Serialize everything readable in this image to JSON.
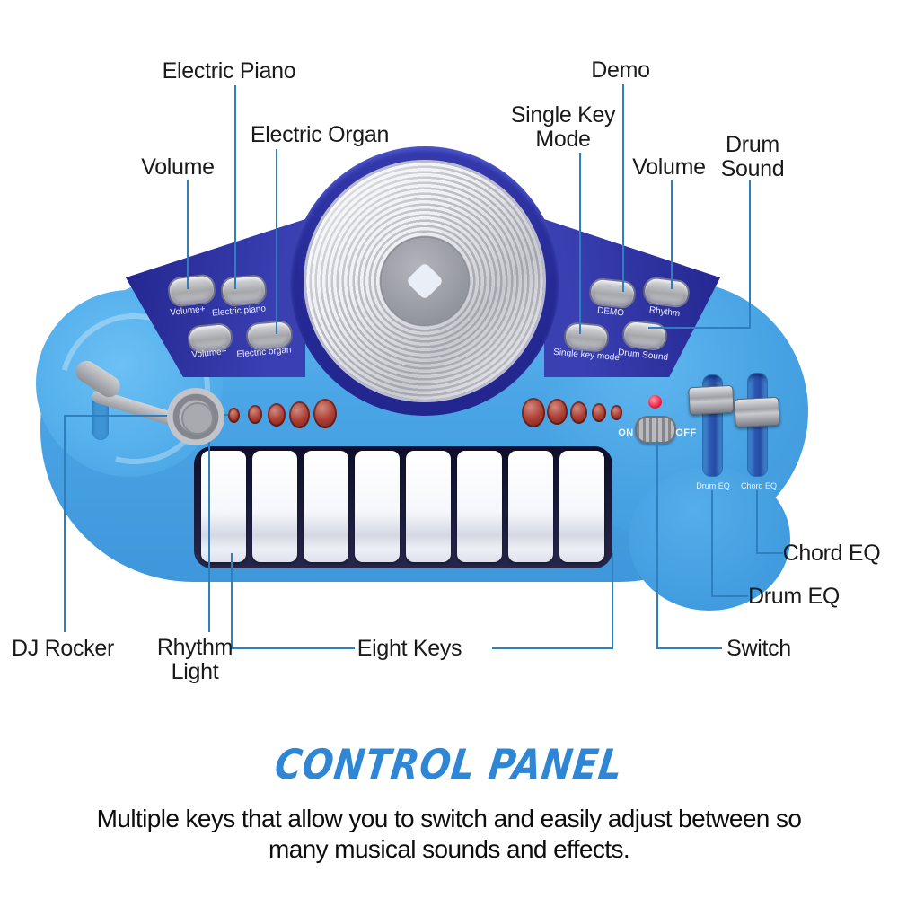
{
  "callouts": {
    "electric_piano": "Electric Piano",
    "electric_organ": "Electric Organ",
    "volume_left": "Volume",
    "demo": "Demo",
    "single_key_mode_line1": "Single Key",
    "single_key_mode_line2": "Mode",
    "volume_right": "Volume",
    "drum_sound_line1": "Drum",
    "drum_sound_line2": "Sound",
    "dj_rocker": "DJ Rocker",
    "rhythm_light_line1": "Rhythm",
    "rhythm_light_line2": "Light",
    "eight_keys": "Eight Keys",
    "switch": "Switch",
    "drum_eq": "Drum EQ",
    "chord_eq": "Chord EQ"
  },
  "device": {
    "buttons": {
      "volume_plus": "Volume+",
      "electric_piano": "Electric piano",
      "volume_minus": "Volume−",
      "electric_organ": "Electric organ",
      "demo": "DEMO",
      "rhythm": "Rhythm",
      "single_key_mode": "Single key mode",
      "drum_sound": "Drum Sound"
    },
    "power_switch": {
      "on": "ON",
      "off": "OFF"
    },
    "slider_labels": {
      "drum_eq": "Drum EQ",
      "chord_eq": "Chord EQ"
    },
    "key_count": 8,
    "rhythm_led_count_left": 5,
    "rhythm_led_count_right": 5
  },
  "footer": {
    "title": "CONTROL PANEL",
    "description_line1": "Multiple keys that allow you to switch and easily adjust between so",
    "description_line2": "many musical sounds and effects."
  },
  "colors": {
    "body_blue": "#47a2e3",
    "panel_indigo": "#2a2d9e",
    "leader_line": "#2f7fbf",
    "title_blue": "#2e86d4",
    "rhythm_led_red": "#a03a30",
    "power_led_red": "#ee2040"
  }
}
